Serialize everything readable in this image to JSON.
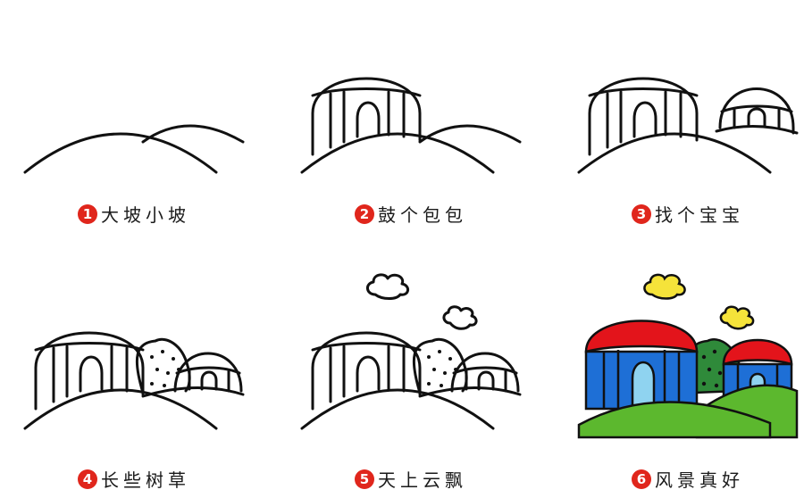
{
  "steps": [
    {
      "number": "1",
      "label": "大坡小坡"
    },
    {
      "number": "2",
      "label": "鼓个包包"
    },
    {
      "number": "3",
      "label": "找个宝宝"
    },
    {
      "number": "4",
      "label": "长些树草"
    },
    {
      "number": "5",
      "label": "天上云飘"
    },
    {
      "number": "6",
      "label": "风景真好"
    }
  ],
  "colors": {
    "badge": "#e0261c",
    "outline": "#111111",
    "dome_top": "#e3141b",
    "dome_wall": "#1e6fd6",
    "door": "#8fd3f0",
    "hill": "#5cb82e",
    "tree": "#2f8a3a",
    "cloud": "#f5e33a"
  }
}
